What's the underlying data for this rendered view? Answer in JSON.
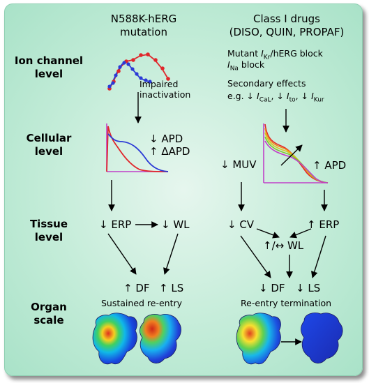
{
  "columns": {
    "left": {
      "line1": "N588K-hERG",
      "line2": "mutation"
    },
    "right": {
      "line1": "Class I drugs",
      "line2": "(DISO, QUIN, PROPAF)"
    }
  },
  "levels": {
    "ion": {
      "line1": "Ion channel",
      "line2": "level"
    },
    "cellular": {
      "line1": "Cellular",
      "line2": "level"
    },
    "tissue": {
      "line1": "Tissue",
      "line2": "level"
    },
    "organ": {
      "line1": "Organ",
      "line2": "scale"
    }
  },
  "left_column": {
    "ion_label_1": "Impaired",
    "ion_label_2": "inactivation",
    "cell_apd": "↓ APD",
    "cell_dapd": "↑ ΔAPD",
    "tissue_erp": "↓ ERP",
    "tissue_wl": "↓ WL",
    "organ_df": "↑ DF",
    "organ_ls": "↑ LS",
    "organ_caption": "Sustained re-entry"
  },
  "right_column": {
    "ion_block_1_pre": "Mutant ",
    "ion_block_1_I": "I",
    "ion_block_1_sub": "Kr",
    "ion_block_1_post": "/hERG block",
    "ion_block_2_I": "I",
    "ion_block_2_sub": "Na",
    "ion_block_2_post": " block",
    "secondary_1": "Secondary effects",
    "secondary_2_pre": "e.g. ↓ ",
    "secondary_cal_I": "I",
    "secondary_cal_sub": "CaL",
    "secondary_sep1": ", ↓ ",
    "secondary_to_I": "I",
    "secondary_to_sub": "to",
    "secondary_sep2": ", ↓ ",
    "secondary_kur_I": "I",
    "secondary_kur_sub": "Kur",
    "cell_muv": "↓ MUV",
    "cell_apd": "↑ APD",
    "tissue_cv": "↓ CV",
    "tissue_erp": "↑ ERP",
    "tissue_wl": "↑/↔ WL",
    "organ_df": "↓ DF",
    "organ_ls": "↓ LS",
    "organ_caption": "Re-entry termination"
  },
  "colors": {
    "wild_type_curve": "#e0262b",
    "mutant_curve": "#2b3ad6",
    "arrow": "#000000",
    "ap_traces": [
      "#e0262b",
      "#f08a1c",
      "#d9c71e",
      "#7cc62a",
      "#c040c8"
    ]
  }
}
